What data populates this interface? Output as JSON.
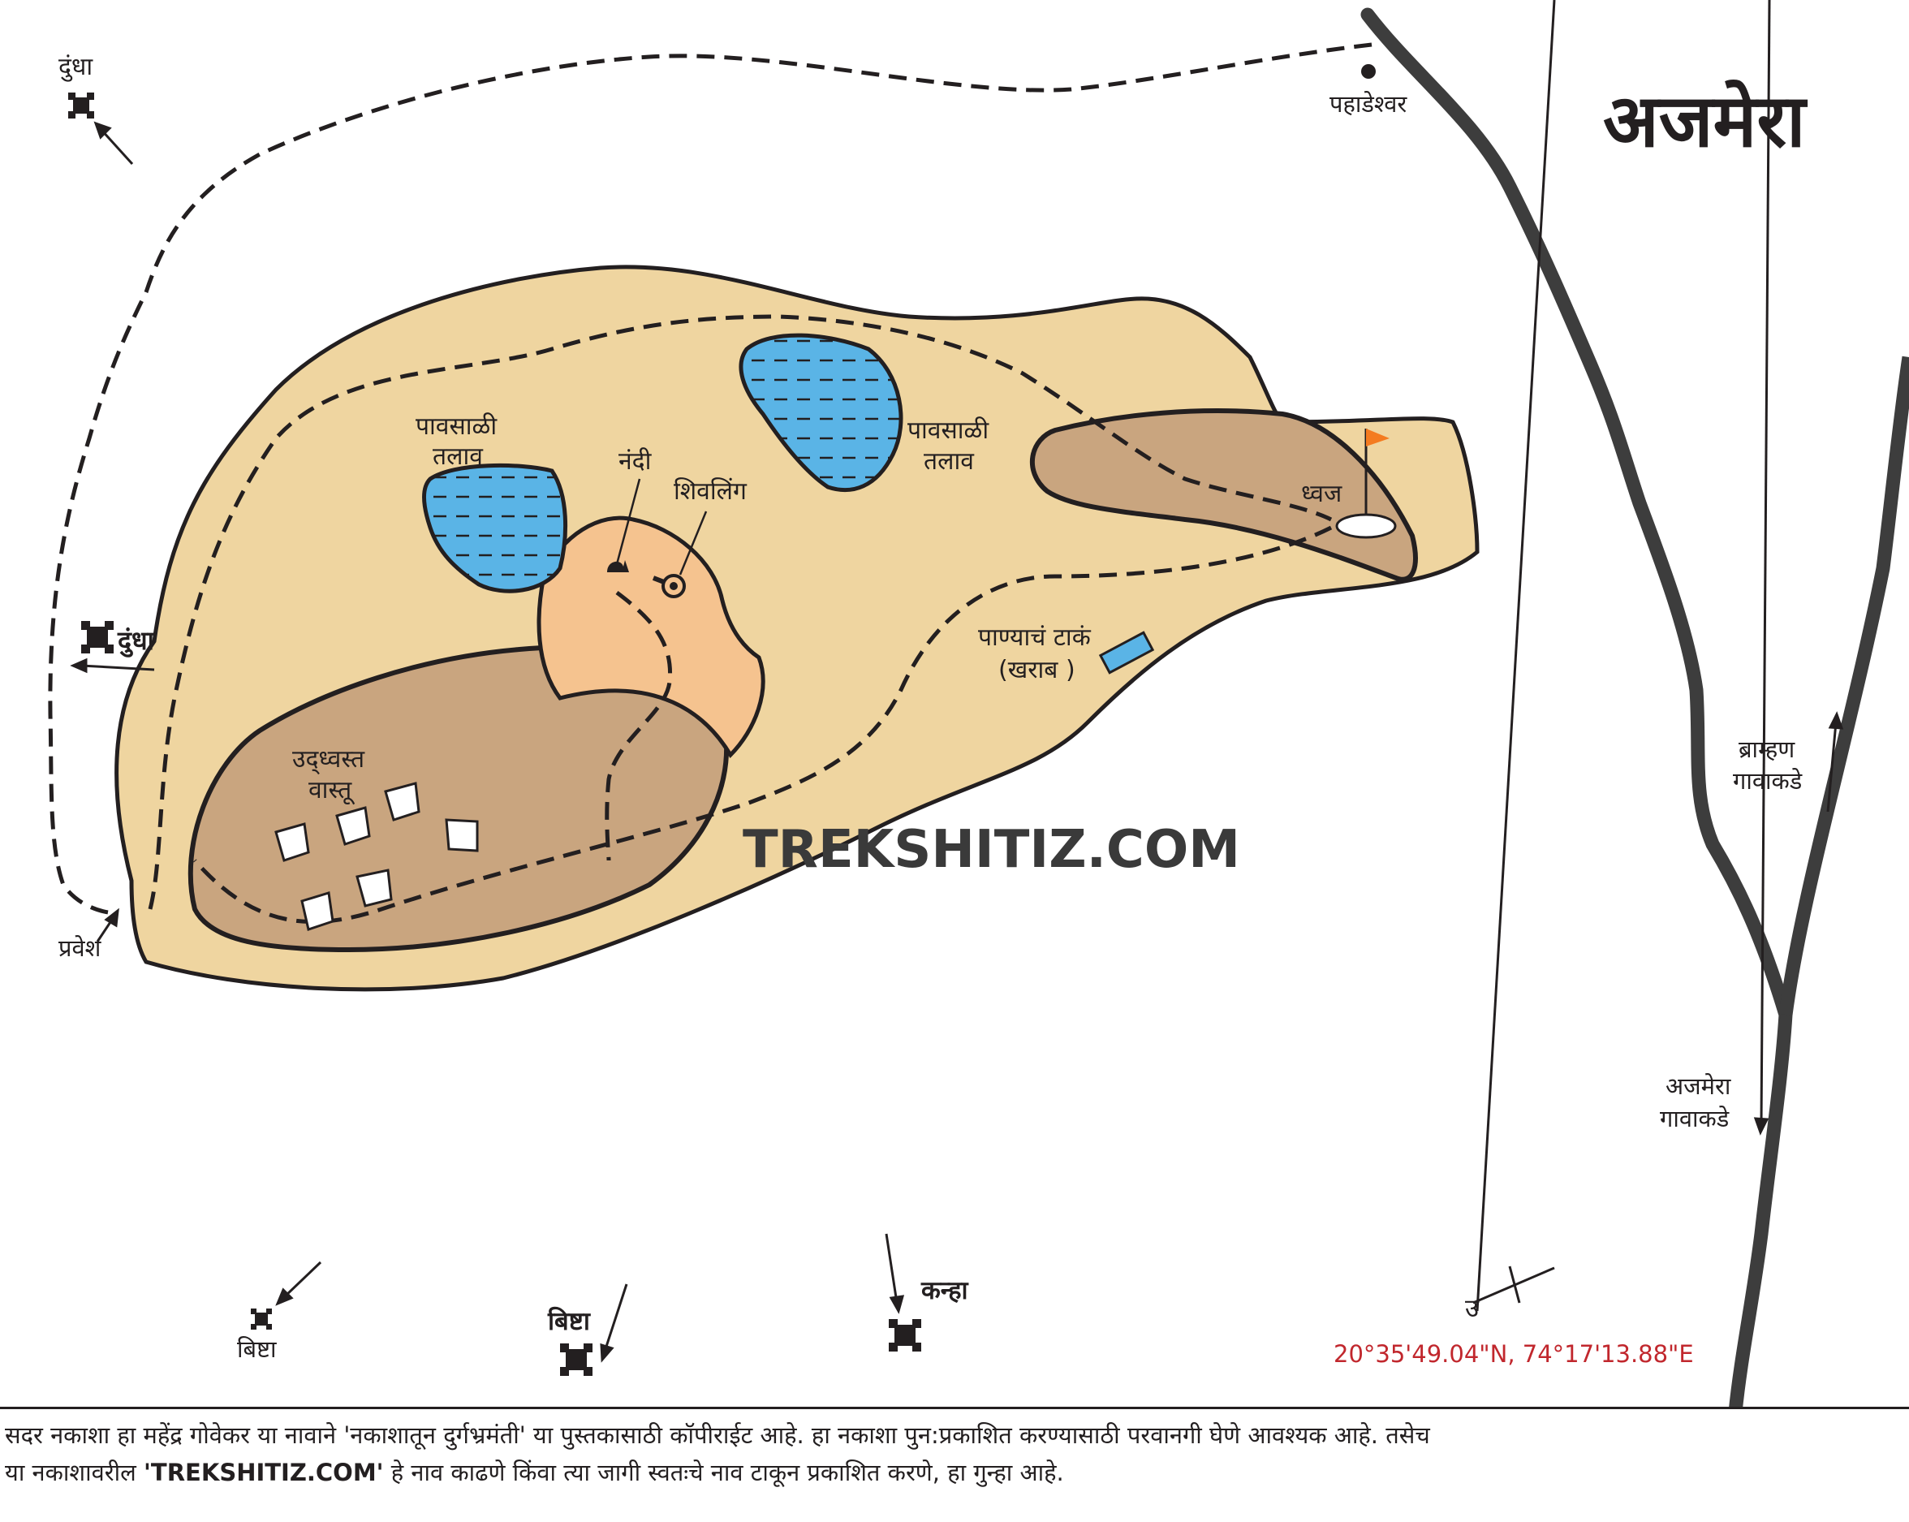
{
  "title": "अजमेरा",
  "watermark": "TREKSHITIZ.COM",
  "coordinates": "20°35'49.04\"N, 74°17'13.88\"E",
  "colors": {
    "plateau": "#efd5a0",
    "ridge": "#c9a57f",
    "temple_area": "#f5c38f",
    "lake": "#5ab4e6",
    "flag": "#f47b20",
    "coordinates_text": "#c1272d",
    "line": "#231f20"
  },
  "labels": {
    "pahadeshwar": "पहाडेश्वर",
    "dundha_top": "दुंधा",
    "dundha_left": "दुंधा",
    "lake_left_line1": "पावसाळी",
    "lake_left_line2": "तलाव",
    "lake_right_line1": "पावसाळी",
    "lake_right_line2": "तलाव",
    "nandi": "नंदी",
    "shivling": "शिवलिंग",
    "dhwaj": "ध्वज",
    "tank_line1": "पाण्याचं टाकं",
    "tank_line2": "(खराब )",
    "ruins_line1": "उद्ध्वस्त",
    "ruins_line2": "वास्तू",
    "entrance": "प्रवेश",
    "brahman_line1": "ब्राम्हण",
    "brahman_line2": "गावाकडे",
    "ajmera_line1": "अजमेरा",
    "ajmera_line2": "गावाकडे",
    "bishta_small": "बिष्टा",
    "bishta_bold": "बिष्टा",
    "kanhra": "कन्हा",
    "north": "उ"
  },
  "footer": {
    "line1": "सदर नकाशा हा महेंद्र गोवेकर या नावाने 'नकाशातून दुर्गभ्रमंती' या पुस्तकासाठी कॉपीराईट आहे. हा नकाशा पुन:प्रकाशित करण्यासाठी परवानगी घेणे आवश्यक आहे. तसेच",
    "line2_pre": "या नकाशावरील ",
    "line2_brand": "'TREKSHITIZ.COM'",
    "line2_post": " हे नाव काढणे किंवा त्या जागी स्वतःचे नाव टाकून प्रकाशित करणे, हा गुन्हा आहे."
  }
}
